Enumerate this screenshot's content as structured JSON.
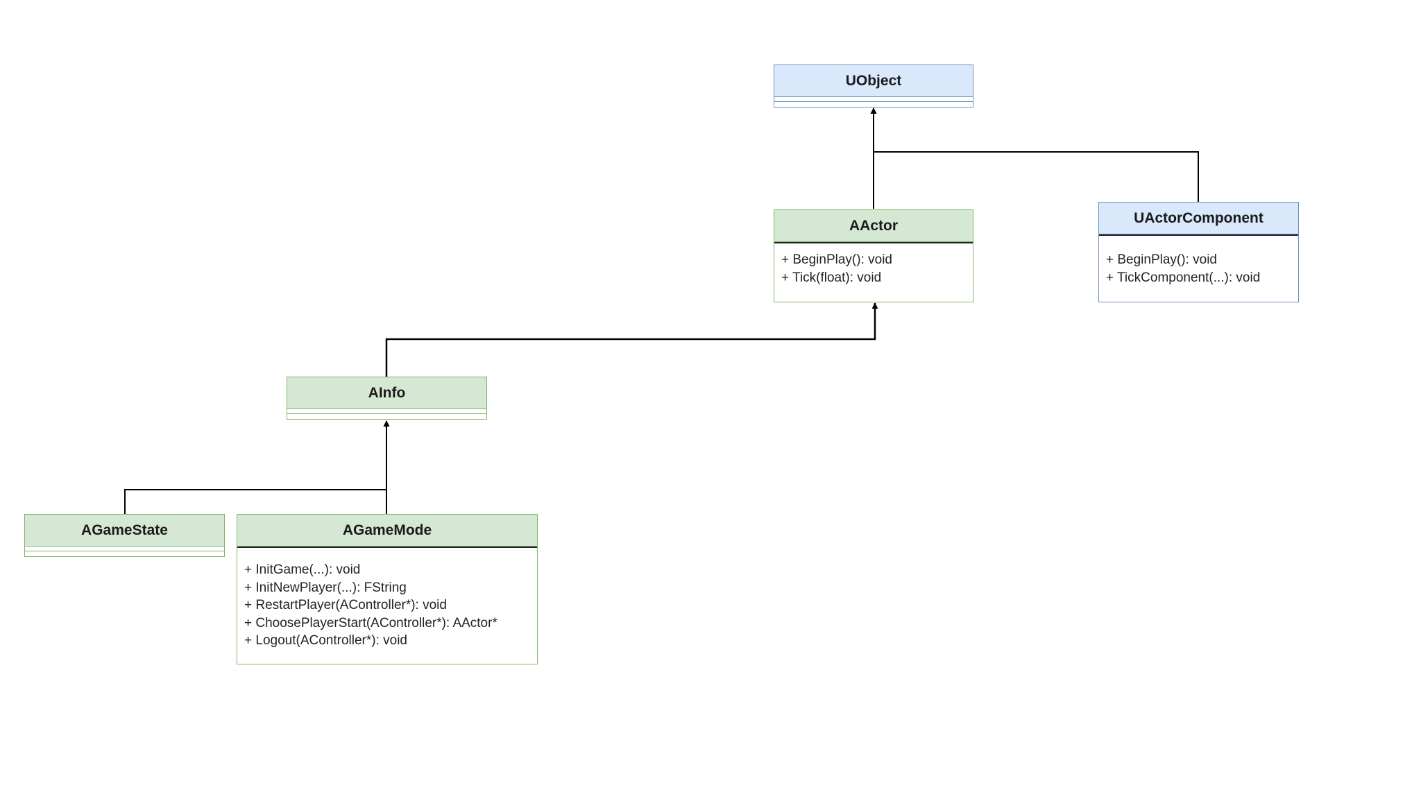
{
  "diagram": {
    "classes": {
      "uobject": {
        "name": "UObject",
        "operations": []
      },
      "aactor": {
        "name": "AActor",
        "operations": [
          "+ BeginPlay(): void",
          "+ Tick(float): void"
        ]
      },
      "uactorcomponent": {
        "name": "UActorComponent",
        "operations": [
          "+ BeginPlay(): void",
          "+ TickComponent(...): void"
        ]
      },
      "ainfo": {
        "name": "AInfo",
        "operations": []
      },
      "agamestate": {
        "name": "AGameState",
        "operations": []
      },
      "agamemode": {
        "name": "AGameMode",
        "operations": [
          "+ InitGame(...): void",
          "+ InitNewPlayer(...): FString",
          "+ RestartPlayer(AController*): void",
          "+ ChoosePlayerStart(AController*): AActor*",
          "+ Logout(AController*): void"
        ]
      }
    },
    "relations": [
      {
        "type": "inheritance",
        "from": "AActor",
        "to": "UObject"
      },
      {
        "type": "inheritance",
        "from": "UActorComponent",
        "to": "UObject"
      },
      {
        "type": "inheritance",
        "from": "AInfo",
        "to": "AActor"
      },
      {
        "type": "inheritance",
        "from": "AGameState",
        "to": "AInfo"
      },
      {
        "type": "inheritance",
        "from": "AGameMode",
        "to": "AInfo"
      }
    ],
    "colors": {
      "blue_fill": "#dae8fc",
      "blue_stroke": "#6c8ebf",
      "green_fill": "#d5e8d4",
      "green_stroke": "#82b366",
      "edge": "#000000"
    }
  }
}
